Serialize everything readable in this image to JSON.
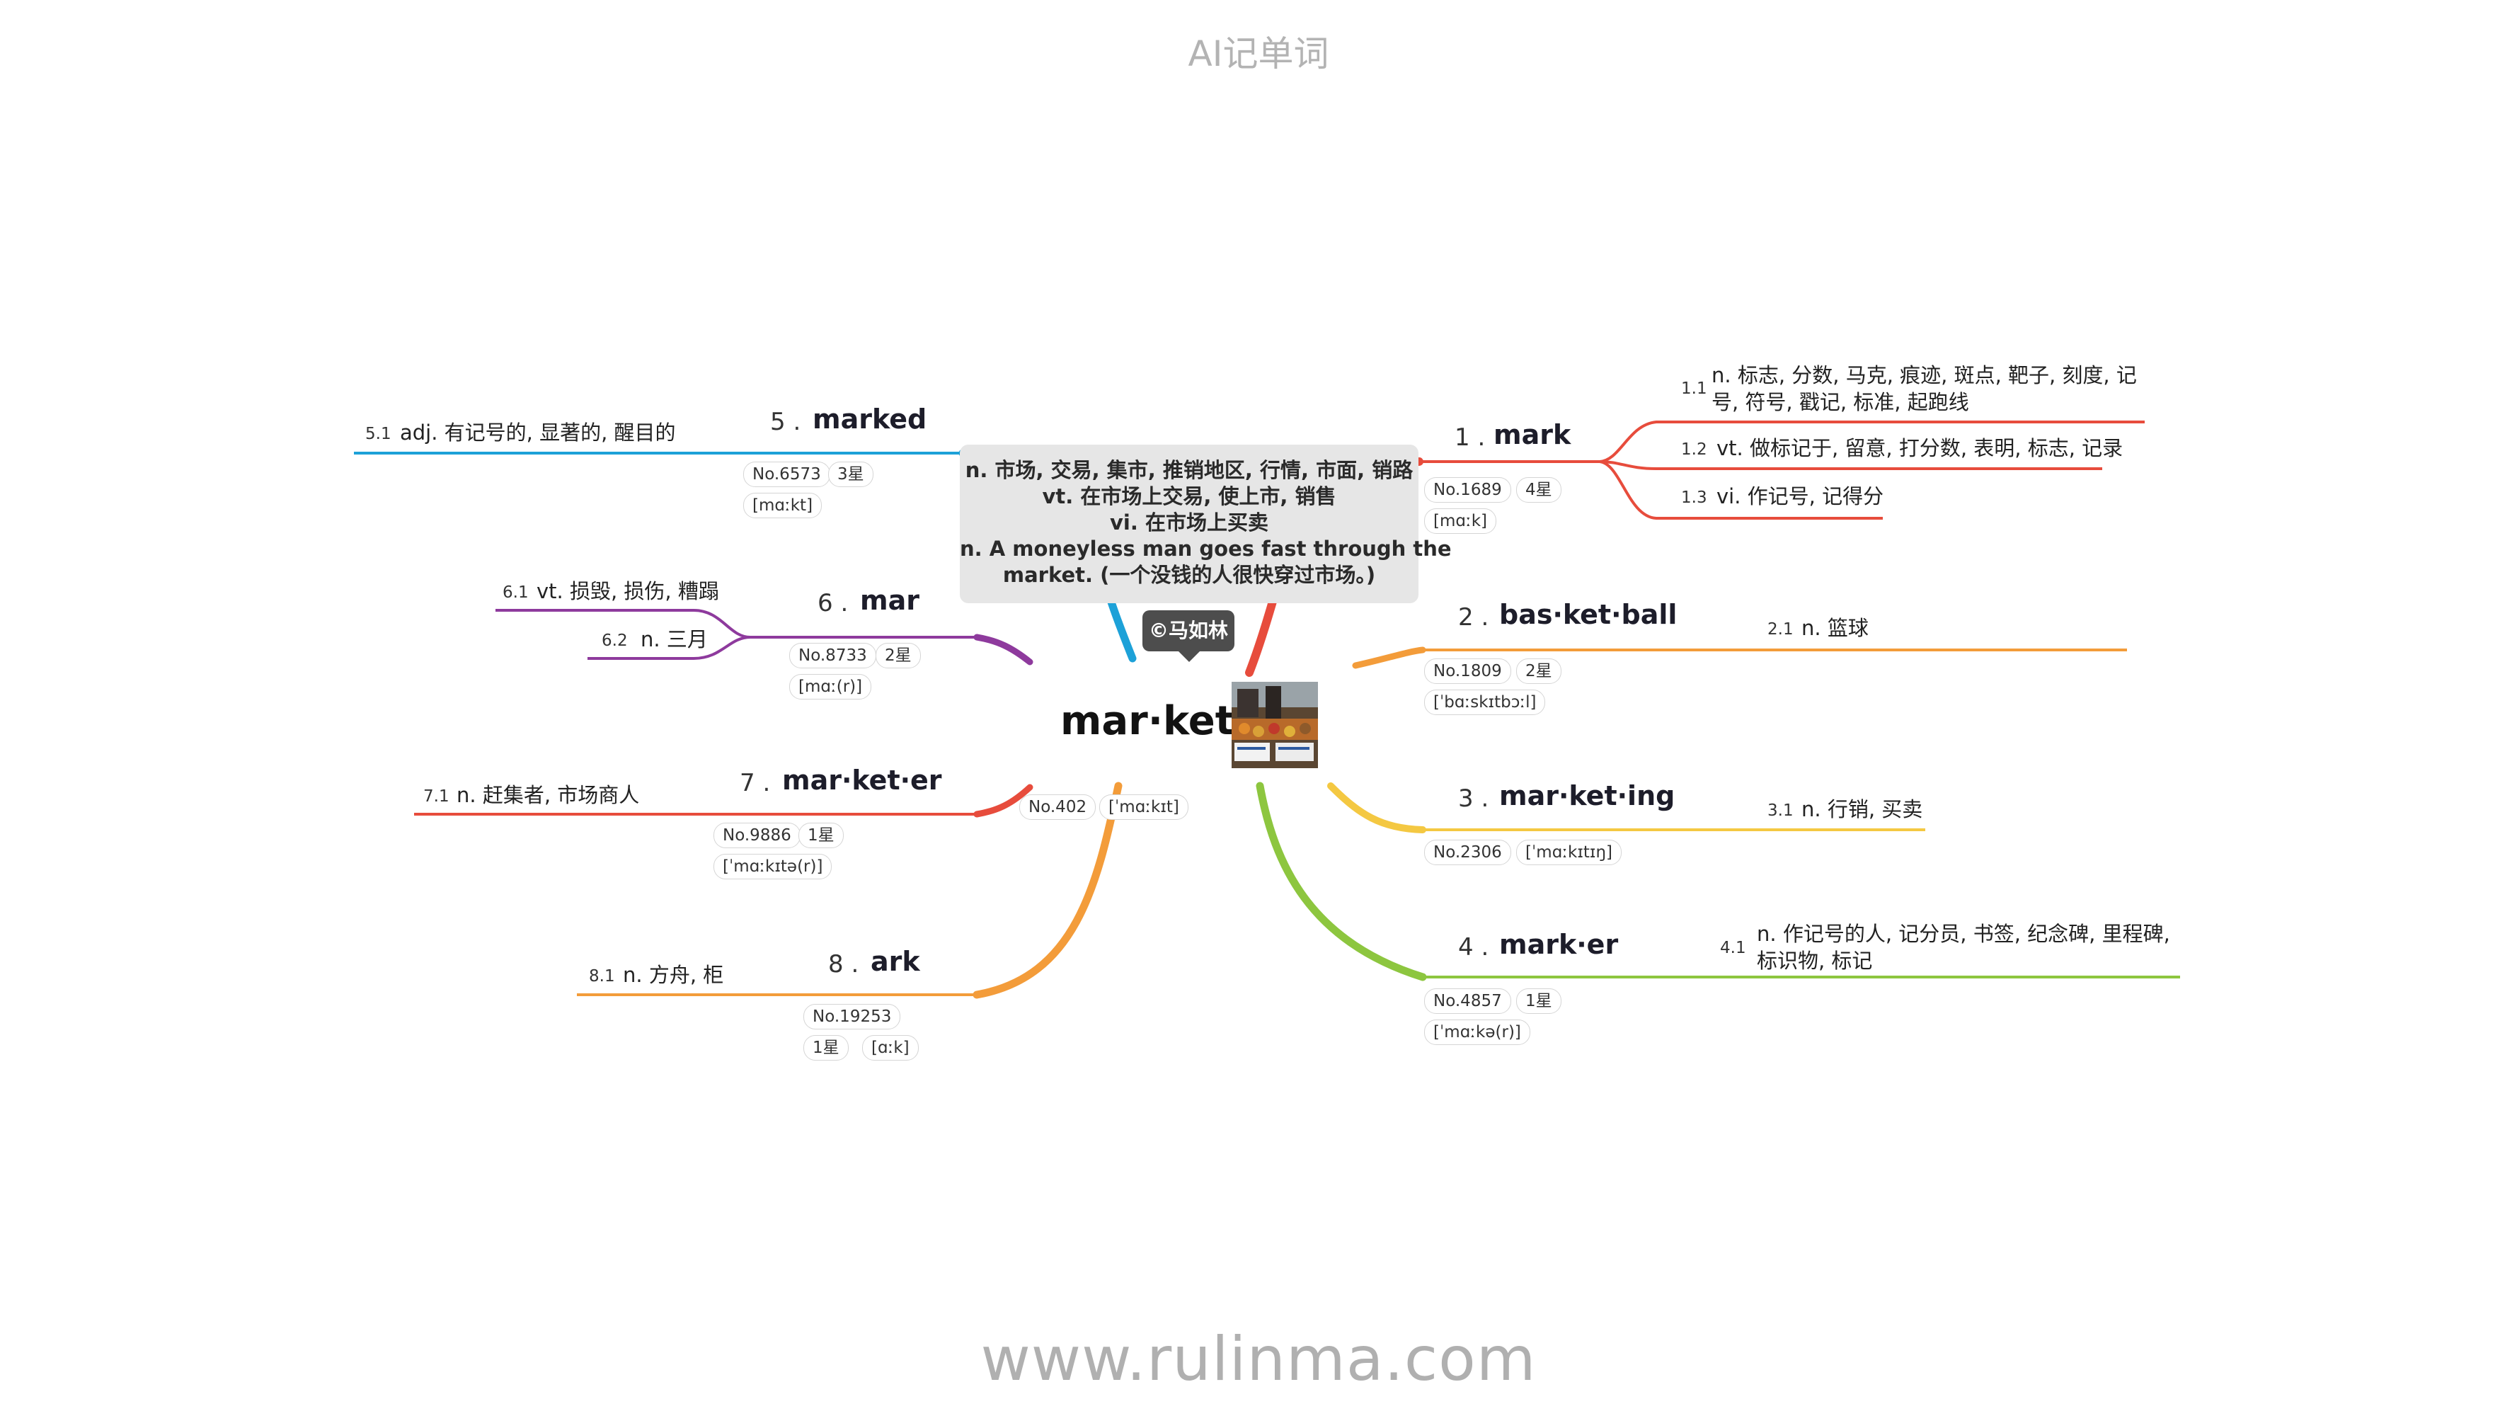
{
  "header": "AI记单词",
  "footer": "www.rulinma.com",
  "center": {
    "word": "mar·ket",
    "no": "No.402",
    "phonetic": "[ˈmɑːkɪt]",
    "copyright": "©马如林",
    "definition_lines": [
      "n. 市场, 交易, 集市, 推销地区, 行情, 市面, 销路",
      "vt. 在市场上交易, 使上市, 销售",
      "vi. 在市场上买卖",
      "n. A moneyless man goes fast through the",
      "market. (一个没钱的人很快穿过市场。)"
    ]
  },
  "branches": [
    {
      "num": "1 .",
      "word": "mark",
      "no": "No.1689",
      "stars": "4星",
      "phonetic": "[mɑːk]",
      "color": "#e74c3c",
      "defs": [
        {
          "num": "1.1",
          "text": "n. 标志, 分数, 马克, 痕迹, 斑点, 靶子, 刻度, 记号, 符号, 戳记, 标准, 起跑线"
        },
        {
          "num": "1.2",
          "text": "vt. 做标记于, 留意, 打分数, 表明, 标志, 记录"
        },
        {
          "num": "1.3",
          "text": "vi. 作记号, 记得分"
        }
      ]
    },
    {
      "num": "2 .",
      "word": "bas·ket·ball",
      "no": "No.1809",
      "stars": "2星",
      "phonetic": "[ˈbɑːskɪtbɔːl]",
      "color": "#f39c3a",
      "defs": [
        {
          "num": "2.1",
          "text": "n. 篮球"
        }
      ]
    },
    {
      "num": "3 .",
      "word": "mar·ket·ing",
      "no": "No.2306",
      "phonetic": "[ˈmɑːkɪtɪŋ]",
      "color": "#f4c842",
      "defs": [
        {
          "num": "3.1",
          "text": "n. 行销, 买卖"
        }
      ]
    },
    {
      "num": "4 .",
      "word": "mark·er",
      "no": "No.4857",
      "stars": "1星",
      "phonetic": "[ˈmɑːkə(r)]",
      "color": "#8dc63f",
      "defs": [
        {
          "num": "4.1",
          "text": "n. 作记号的人, 记分员, 书签, 纪念碑, 里程碑, 标识物, 标记"
        }
      ]
    },
    {
      "num": "5 .",
      "word": "marked",
      "no": "No.6573",
      "stars": "3星",
      "phonetic": "[mɑːkt]",
      "color": "#1da1d8",
      "defs": [
        {
          "num": "5.1",
          "text": "adj. 有记号的, 显著的, 醒目的"
        }
      ]
    },
    {
      "num": "6 .",
      "word": "mar",
      "no": "No.8733",
      "stars": "2星",
      "phonetic": "[mɑː(r)]",
      "color": "#8e3a9d",
      "defs": [
        {
          "num": "6.1",
          "text": "vt. 损毁, 损伤, 糟蹋"
        },
        {
          "num": "6.2",
          "text": "n. 三月"
        }
      ]
    },
    {
      "num": "7 .",
      "word": "mar·ket·er",
      "no": "No.9886",
      "stars": "1星",
      "phonetic": "[ˈmɑːkɪtə(r)]",
      "color": "#e74c3c",
      "defs": [
        {
          "num": "7.1",
          "text": "n. 赶集者, 市场商人"
        }
      ]
    },
    {
      "num": "8 .",
      "word": "ark",
      "no": "No.19253",
      "stars": "1星",
      "phonetic": "[ɑːk]",
      "color": "#f39c3a",
      "defs": [
        {
          "num": "8.1",
          "text": "n. 方舟, 柜"
        }
      ]
    }
  ]
}
